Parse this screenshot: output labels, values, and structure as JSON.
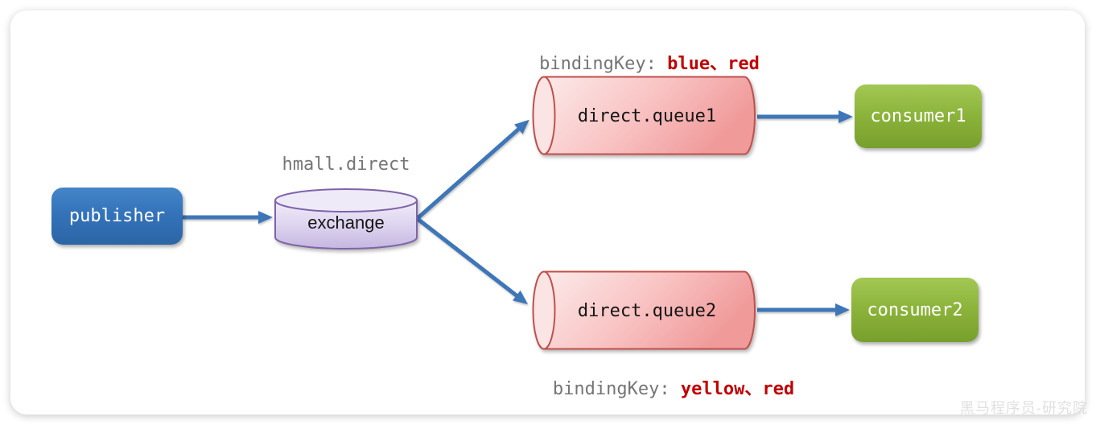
{
  "publisher": {
    "label": "publisher"
  },
  "exchange": {
    "name": "hmall.direct",
    "label": "exchange"
  },
  "queues": [
    {
      "label": "direct.queue1",
      "binding_prefix": "bindingKey:",
      "binding_keys": "blue、red"
    },
    {
      "label": "direct.queue2",
      "binding_prefix": "bindingKey:",
      "binding_keys": "yellow、red"
    }
  ],
  "consumers": [
    {
      "label": "consumer1"
    },
    {
      "label": "consumer2"
    }
  ],
  "watermark": "黑马程序员-研究院",
  "colors": {
    "arrow": "#3E76B7",
    "publisher_fill": "#3473B9",
    "consumer_fill": "#8DB53C",
    "exchange_stroke": "#7E64A9",
    "queue_stroke": "#C0504D",
    "binding_key_red": "#C00000",
    "label_gray": "#757575",
    "watermark": "#E0E0E0"
  }
}
